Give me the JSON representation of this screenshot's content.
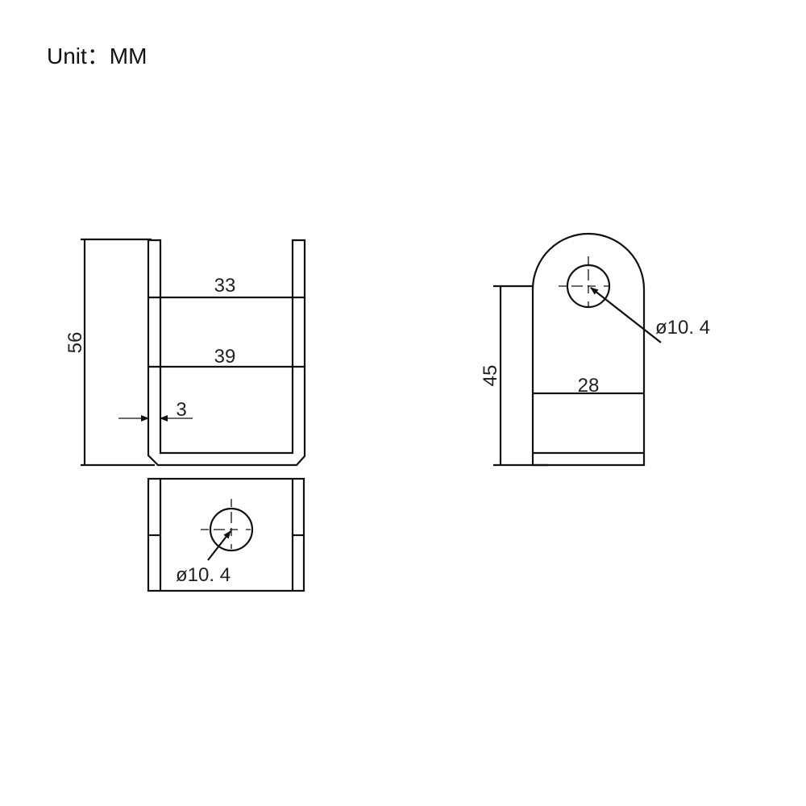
{
  "unit_label": "Unit：MM",
  "front_view": {
    "height_dim": "56",
    "inner_width_dim": "33",
    "outer_width_dim": "39",
    "thickness_dim": "3"
  },
  "bottom_view": {
    "hole_dim": "ø10. 4"
  },
  "side_view": {
    "height_dim": "45",
    "width_dim": "28",
    "hole_dim": "ø10. 4"
  }
}
